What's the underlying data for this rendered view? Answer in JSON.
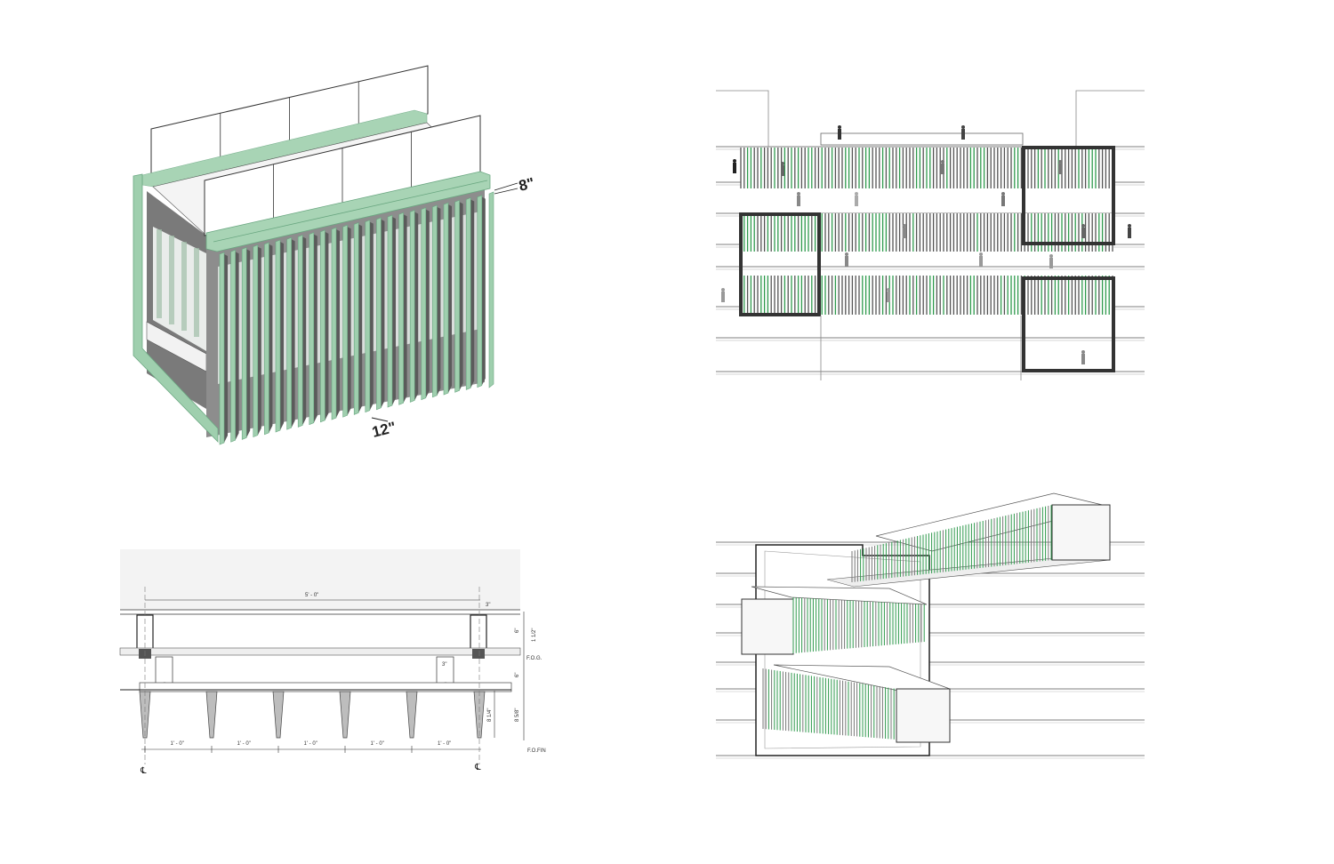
{
  "colors": {
    "slat_green": "#9fcfae",
    "slat_green_dark": "#6aa781",
    "bright_green": "#2f9a4d",
    "frame_black": "#333333",
    "interior_gray": "#8a8a8a",
    "detail_bg": "#f3f3f3"
  },
  "isometric": {
    "slat_count": 24,
    "depth_label": "8\"",
    "spacing_label": "12\""
  },
  "section": {
    "slat_count_per_bridge": 110,
    "figure_count": 18
  },
  "detail": {
    "overall_width": "5' - 0\"",
    "post_offset": "3\"",
    "plate_width": "3\"",
    "upper_height": "6\"",
    "glass_offset": "1 1/2\"",
    "fog_label": "F.O.G.",
    "lower_height": "6\"",
    "fin_depth_inner": "8 1/4\"",
    "fin_depth_outer": "8 5/8\"",
    "fin_spacing": [
      "1' - 0\"",
      "1' - 0\"",
      "1' - 0\"",
      "1' - 0\"",
      "1' - 0\""
    ],
    "fofin_label": "F.O.FIN",
    "centerline_left": "℄",
    "centerline_right": "℄",
    "fin_count": 6
  },
  "perspective": {
    "slat_count_per_bridge": 70
  }
}
